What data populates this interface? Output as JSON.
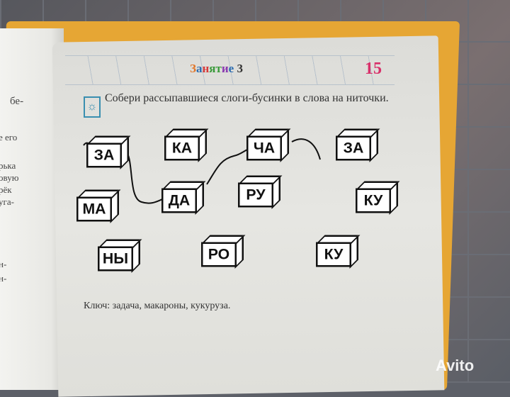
{
  "left_page": {
    "lines": [
      "бе-",
      "е его",
      "рька",
      "овую",
      "рёк",
      "уга-",
      "н-",
      "н-"
    ]
  },
  "header": {
    "lesson_label": "Занятие",
    "lesson_number": "3",
    "page_number": "15",
    "lesson_letter_colors": [
      "#e0762a",
      "#2b6cb0",
      "#d63a3a",
      "#3a9a3a",
      "#3a9a3a",
      "#8a3ab0",
      "#2b6cb0"
    ]
  },
  "task": {
    "icon": "lightbulb-icon",
    "text": "Собери рассыпавшиеся слоги-бусинки в слова на ниточки."
  },
  "cubes": [
    "ЗА",
    "КА",
    "ЧА",
    "ЗА",
    "МА",
    "ДА",
    "РУ",
    "КУ",
    "НЫ",
    "РО",
    "КУ"
  ],
  "key": "Ключ: задача, макароны, кукуруза.",
  "watermark": "Avito"
}
